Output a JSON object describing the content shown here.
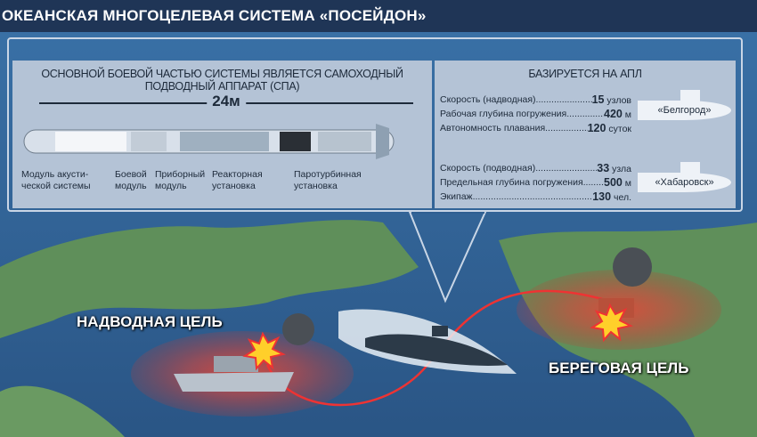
{
  "title": "ОКЕАНСКАЯ МНОГОЦЕЛЕВАЯ СИСТЕМА «ПОСЕЙДОН»",
  "left_panel": {
    "heading": "ОСНОВНОЙ БОЕВОЙ ЧАСТЬЮ СИСТЕМЫ ЯВЛЯЕТСЯ САМОХОДНЫЙ ПОДВОДНЫЙ АППАРАТ (СПА)",
    "length": "24м",
    "modules": [
      {
        "line1": "Модуль акусти-",
        "line2": "ческой системы"
      },
      {
        "line1": "Боевой",
        "line2": "модуль"
      },
      {
        "line1": "Приборный",
        "line2": "модуль"
      },
      {
        "line1": "Реакторная",
        "line2": "установка"
      },
      {
        "line1": "Паротурбинная",
        "line2": "установка"
      }
    ]
  },
  "right_panel": {
    "heading": "БАЗИРУЕТСЯ НА АПЛ",
    "belgorod": {
      "name": "«Белгород»",
      "specs": [
        {
          "label": "Скорость (надводная)",
          "value": "15",
          "unit": "узлов"
        },
        {
          "label": "Рабочая глубина погружения",
          "value": "420",
          "unit": "м"
        },
        {
          "label": "Автономность плавания",
          "value": "120",
          "unit": "суток"
        }
      ]
    },
    "khabarovsk": {
      "name": "«Хабаровск»",
      "specs": [
        {
          "label": "Скорость (подводная)",
          "value": "33",
          "unit": "узла"
        },
        {
          "label": "Предельная глубина погружения",
          "value": "500",
          "unit": "м"
        },
        {
          "label": "Экипаж",
          "value": "130",
          "unit": "чел."
        }
      ]
    }
  },
  "targets": {
    "surface": "НАДВОДНАЯ ЦЕЛЬ",
    "coastal": "БЕРЕГОВАЯ ЦЕЛЬ"
  },
  "colors": {
    "title_bar": "#1f3556",
    "panel": "#b4c3d6",
    "ocean": "#2f5f92",
    "land": "#5f8f5a",
    "target_zone": "#d23a2e"
  }
}
